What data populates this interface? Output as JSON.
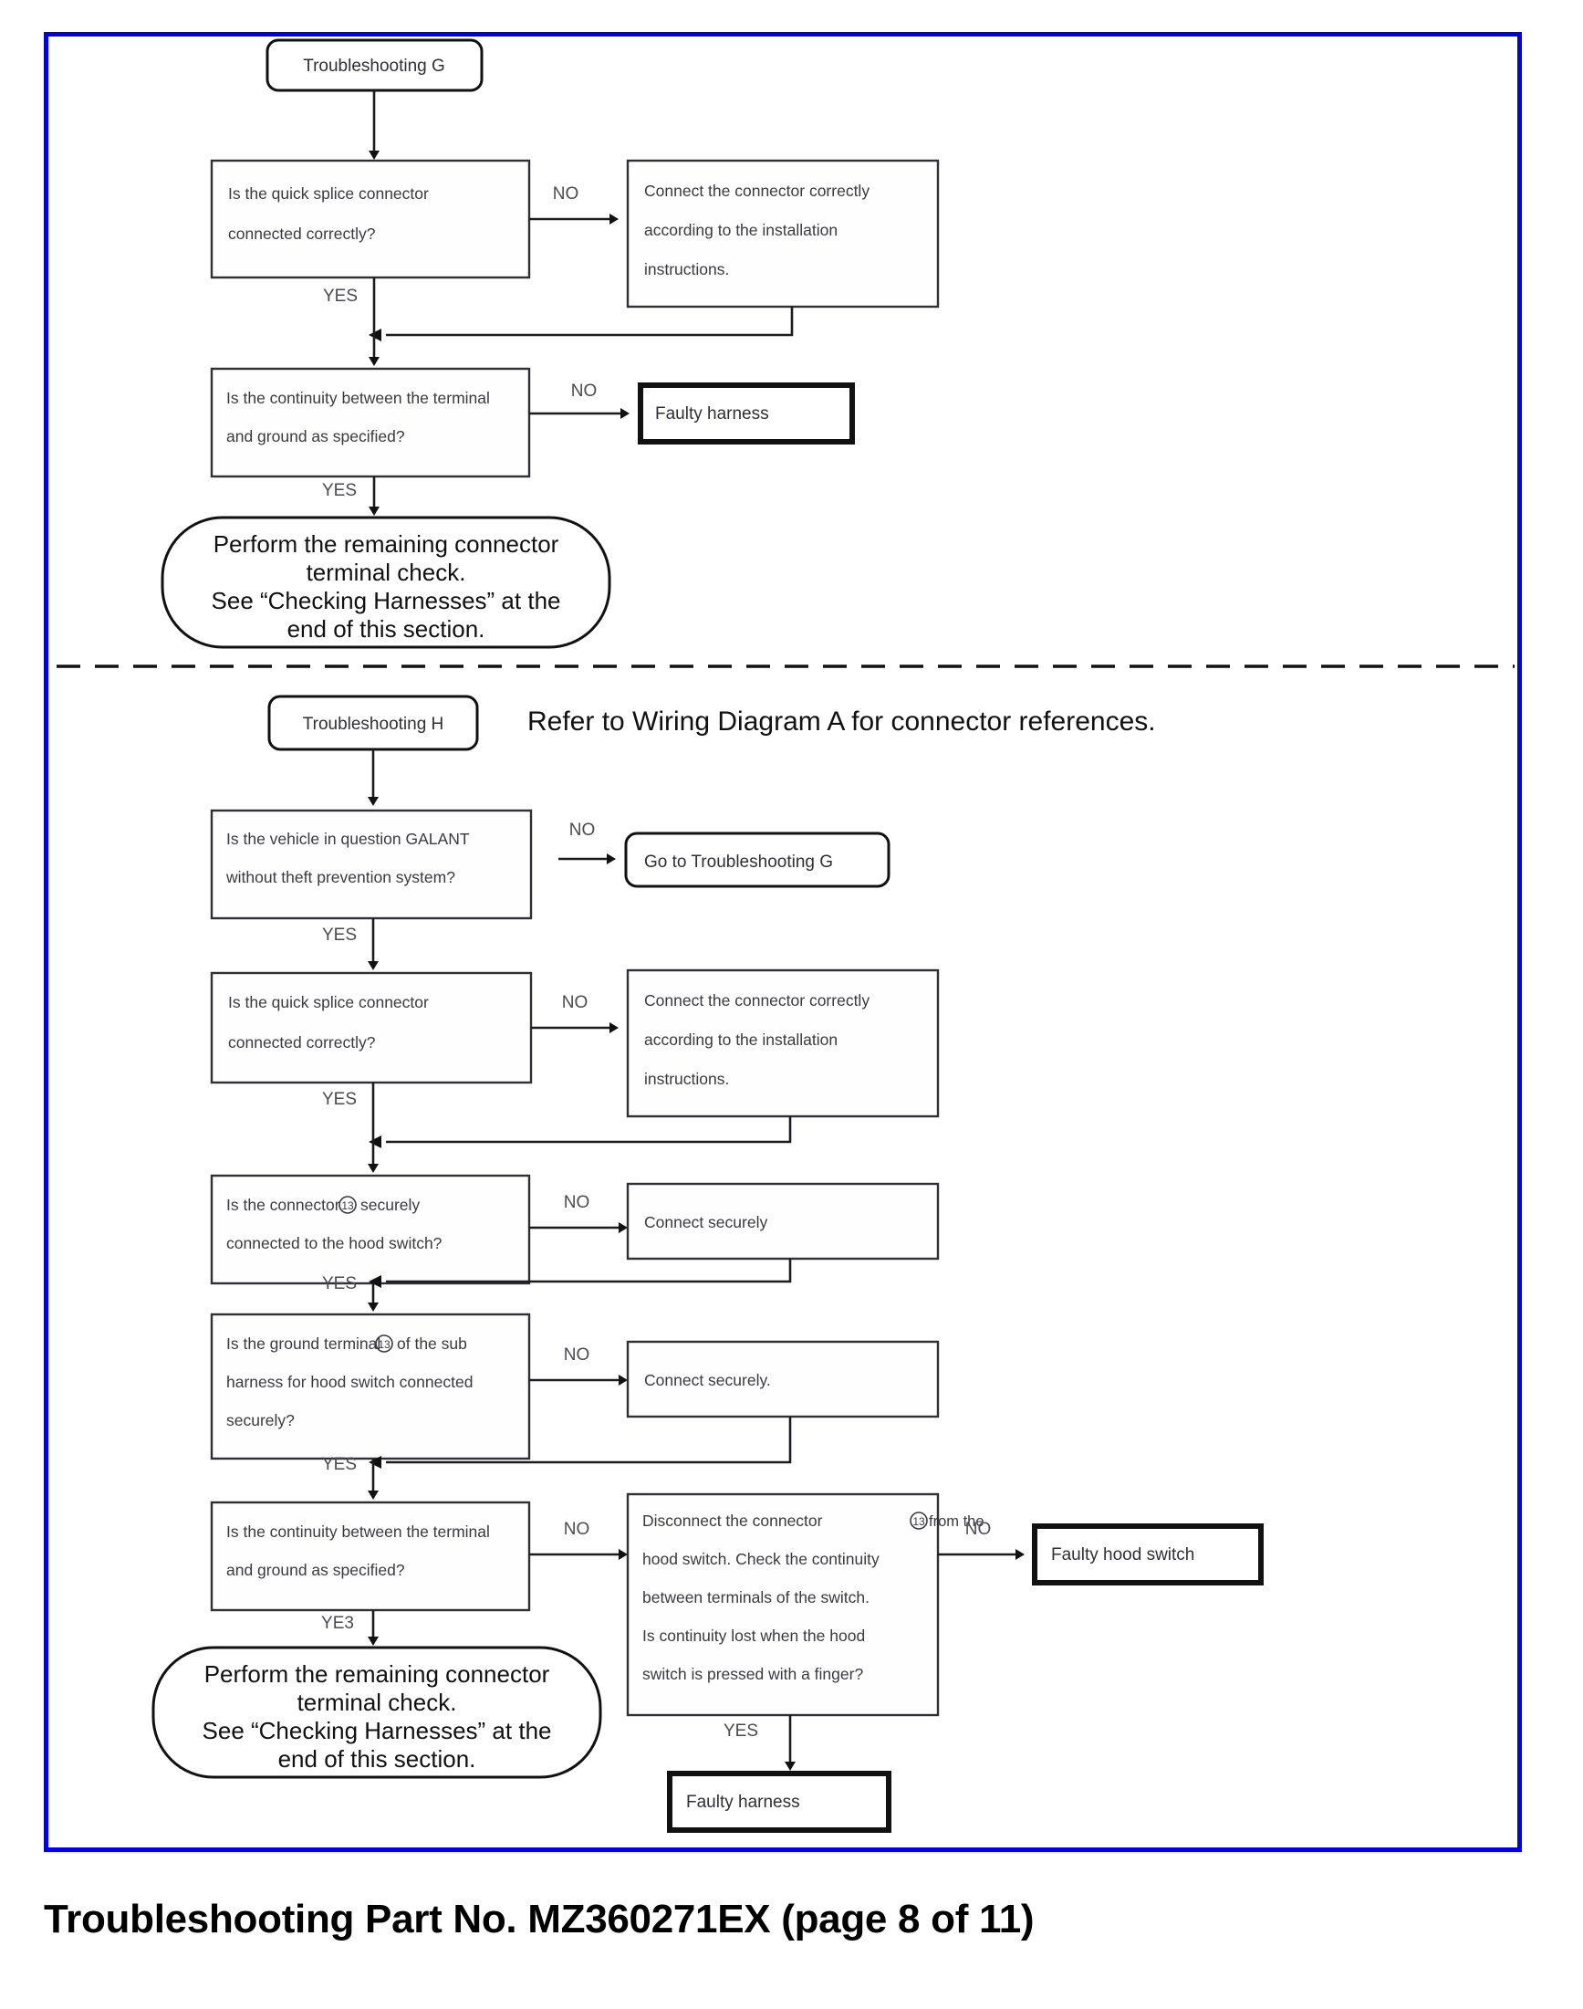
{
  "caption": "Troubleshooting Part No. MZ360271EX (page 8 of 11)",
  "frame": {
    "border_color": "#0000ee"
  },
  "labels": {
    "yes": "YES",
    "no": "NO",
    "yes_alt": "YE3"
  },
  "section_g": {
    "start": "Troubleshooting G",
    "d1": {
      "line1": "Is the quick splice connector",
      "line2": "connected correctly?"
    },
    "a1": {
      "line1": "Connect the connector correctly",
      "line2": "according to the installation",
      "line3": "instructions."
    },
    "d2": {
      "line1": "Is the continuity between the terminal",
      "line2": "and ground as specified?"
    },
    "a2": "Faulty harness",
    "end": {
      "line1": "Perform the remaining connector",
      "line2": "terminal check.",
      "line3": "See “Checking Harnesses” at the",
      "line4": "end of this section."
    }
  },
  "section_h": {
    "start": "Troubleshooting H",
    "note": "Refer to Wiring Diagram A for connector references.",
    "d1": {
      "line1": "Is the vehicle in question GALANT",
      "line2": "without theft prevention system?"
    },
    "a1": "Go to Troubleshooting G",
    "d2": {
      "line1": "Is the quick splice connector",
      "line2": "connected correctly?"
    },
    "a2": {
      "line1": "Connect the connector correctly",
      "line2": "according to the installation",
      "line3": "instructions."
    },
    "d3": {
      "line1_pre": "Is the connector",
      "line1_ref": "13",
      "line1_post": "securely",
      "line2": "connected to the hood switch?"
    },
    "a3": "Connect securely",
    "d4": {
      "line1_pre": "Is the ground terminal",
      "line1_ref": "13",
      "line1_post": "of the sub",
      "line2": "harness for hood switch connected",
      "line3": "securely?"
    },
    "a4": "Connect securely.",
    "d5": {
      "line1": "Is the continuity between the terminal",
      "line2": "and ground as specified?"
    },
    "a5": {
      "line1_pre": "Disconnect the connector",
      "line1_ref": "13",
      "line1_post": "from the",
      "line2": "hood switch. Check the continuity",
      "line3": "between terminals of the switch.",
      "line4": "Is continuity lost when the hood",
      "line5": "switch is pressed with a finger?"
    },
    "a6": "Faulty hood switch",
    "a7": "Faulty harness",
    "end": {
      "line1": "Perform the remaining connector",
      "line2": "terminal check.",
      "line3": "See “Checking Harnesses” at the",
      "line4": "end of this section."
    }
  }
}
